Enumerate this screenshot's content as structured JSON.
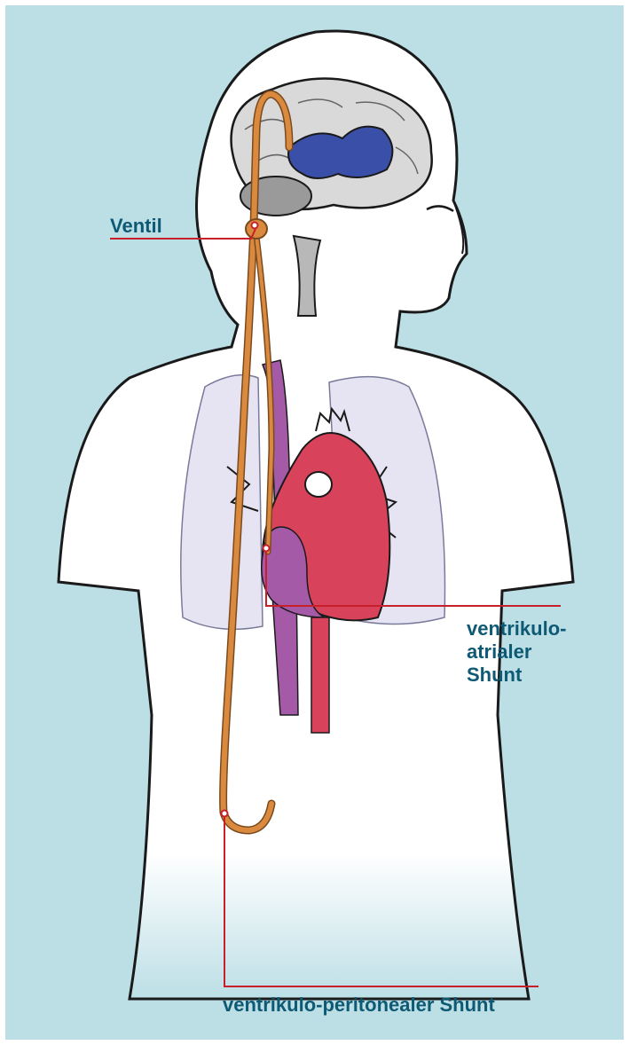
{
  "labels": {
    "valve": "Ventil",
    "va_shunt": "ventrikulo-\natrialer\nShunt",
    "vp_shunt": "ventrikulo-peritonealer Shunt"
  },
  "colors": {
    "background": "#bcdfe6",
    "label_text": "#0e5a74",
    "leader_line": "#c8202a",
    "shunt_tube": "#d98a3e",
    "heart": "#d8425a",
    "vena_cava": "#a55aa8",
    "ventricles": "#3a4fa8",
    "lungs": "#e6e4f2"
  }
}
